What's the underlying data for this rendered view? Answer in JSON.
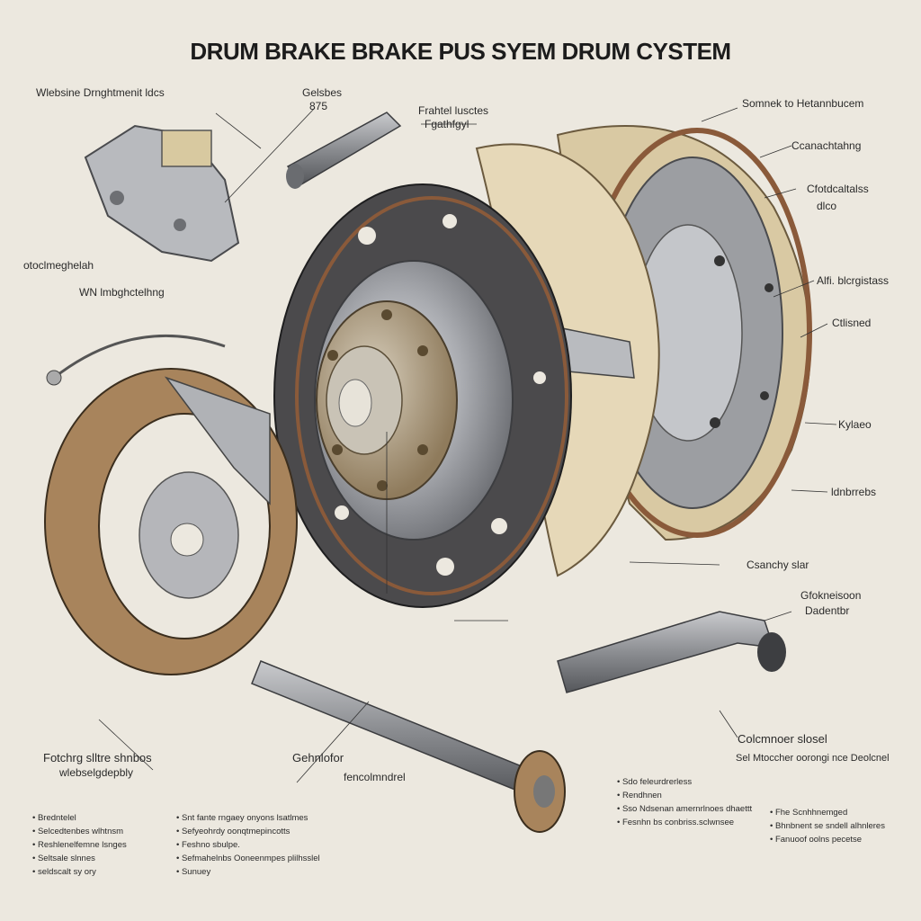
{
  "title": "DRUM BRAKE BRAKE PUS SYEM DRUM CYSTEM",
  "labels": {
    "tl_header": "Wlebsine Drnghtmenit ldcs",
    "top_small": "Gelsbes",
    "top_small_b": "875",
    "top_center_a": "Frahtel lusctes",
    "top_center_b": "Fgathfgyl",
    "right_1": "Somnek to Hetannbucem",
    "right_2": "Ccanachtahng",
    "right_3": "Cfotdcaltalss",
    "right_3b": "dlco",
    "right_4": "Alfi. blcrgistass",
    "right_5": "Ctlisned",
    "right_6": "Kylaeo",
    "right_7": "ldnbrrebs",
    "left_1": "otoclmeghelah",
    "left_2": "WN lmbghctelhng",
    "mid_right_1": "Csanchy slar",
    "mid_right_2": "Gfokneisoon",
    "mid_right_3": "Dadentbr",
    "bottom_left_a": "Fotchrg slltre shnbos",
    "bottom_left_b": "wlebselgdepbly",
    "bottom_center_a": "Gehnlofor",
    "bottom_center_b": "fencolmndrel",
    "bottom_right_a": "Colcmnoer slosel",
    "bottom_right_b": "Sel Mtoccher oorongi nce Deolcnel"
  },
  "notes": {
    "col1": [
      "Bredntelel",
      "Selcedtenbes wlhtnsm",
      "Reshlenelfemne lsnges",
      "Seltsale slnnes",
      "seldscalt sy ory"
    ],
    "col2": [
      "Snt fante rngaey onyons lsatlmes",
      "Sefyeohrdy oonqtmepincotts",
      "Feshno sbulpe.",
      "Sefmahelnbs Ooneenmpes plilhsslel",
      "Sunuey"
    ],
    "col3": [
      "Sdo feleurdrerless",
      "Rendhnen",
      "Sso Ndsenan amernrlnoes dhaettt",
      "Fesnhn bs conbriss.sclwnsee"
    ],
    "col4": [
      "Fhe Scnhhnemged",
      "Bhnbnent se sndell alhnleres",
      "Fanuoof oolns pecetse"
    ]
  },
  "colors": {
    "background": "#ece8df",
    "disc": "#4b4a4c",
    "drum_silver": "#a7a9ad",
    "shield_tan": "#d8c8a4",
    "shoe_brown": "#a8845c",
    "lining": "#8a5a3a"
  }
}
